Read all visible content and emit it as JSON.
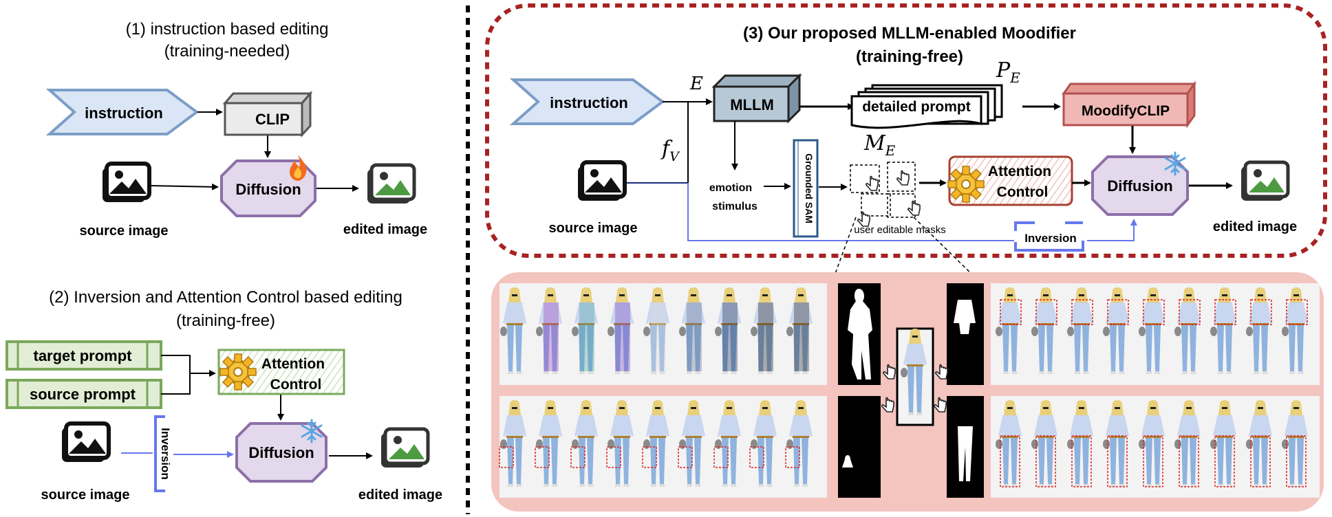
{
  "panel1": {
    "title_line1": "(1) instruction based editing",
    "title_line2": "(training-needed)",
    "instruction": "instruction",
    "clip": "CLIP",
    "diffusion": "Diffusion",
    "source_image": "source image",
    "edited_image": "edited image"
  },
  "panel2": {
    "title_line1": "(2) Inversion and Attention Control based editing",
    "title_line2": "(training-free)",
    "target_prompt": "target prompt",
    "source_prompt": "source prompt",
    "attention_line1": "Attention",
    "attention_line2": "Control",
    "inversion": "Inversion",
    "diffusion": "Diffusion",
    "source_image": "source image",
    "edited_image": "edited image"
  },
  "panel3": {
    "title_line1": "(3) Our proposed MLLM-enabled Moodifier",
    "title_line2": "(training-free)",
    "instruction": "instruction",
    "symbol_e": "E",
    "symbol_fv_main": "f",
    "symbol_fv_sub": "V",
    "mllm": "MLLM",
    "detailed_prompt": "detailed prompt",
    "symbol_pe_main": "P",
    "symbol_pe_sub": "E",
    "moodifyclip": "MoodifyCLIP",
    "emotion": "emotion",
    "stimulus": "stimulus",
    "grounded_sam": "Grounded SAM",
    "symbol_me_main": "M",
    "symbol_me_sub": "E",
    "user_editable_masks": "user editable masks",
    "attention_line1": "Attention",
    "attention_line2": "Control",
    "diffusion": "Diffusion",
    "inversion": "Inversion",
    "source_image": "source image",
    "edited_image": "edited image"
  },
  "colors": {
    "instruction_fill": "#dae6f6",
    "instruction_stroke": "#7b9dc8",
    "diffusion_fill": "#e3d8ec",
    "diffusion_stroke": "#8c6fa9",
    "clip_fill": "#e8e8e8",
    "mllm_fill": "#b8c9d6",
    "moodify_fill": "#efb8b4",
    "prompt_green": "#e1edd4",
    "prompt_green_stroke": "#7aa85a",
    "dashed_border": "#a82222",
    "gallery_bg": "#f4c4bf",
    "inversion_blue": "#6677ee",
    "gear": "#f0b020"
  }
}
